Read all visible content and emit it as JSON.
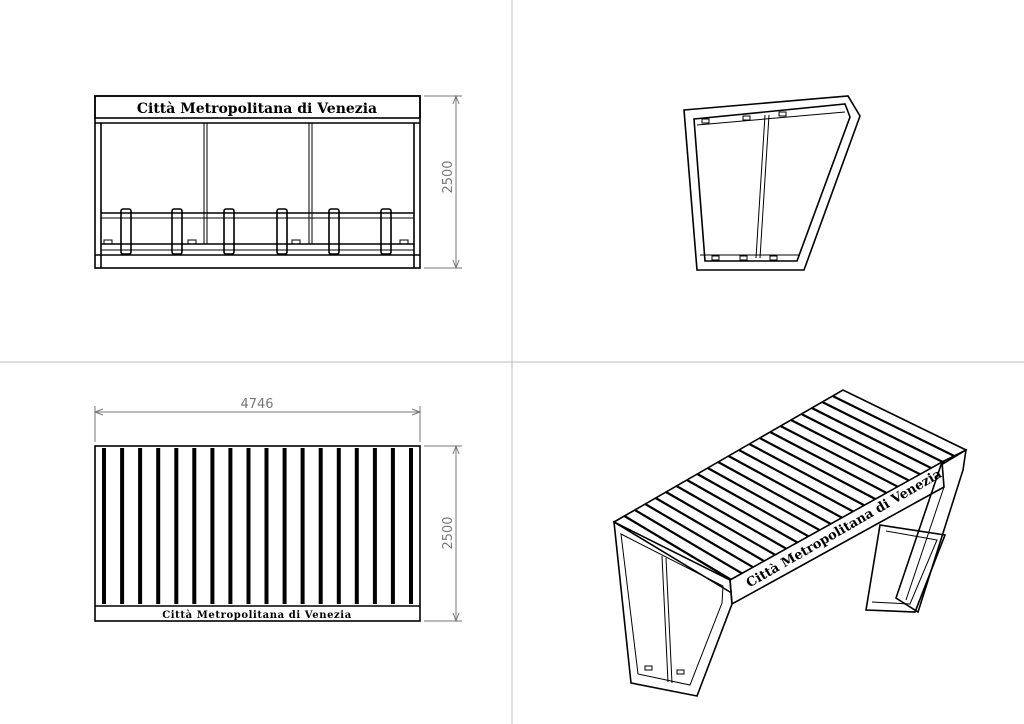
{
  "views": {
    "front": {
      "brand_text": "Città Metropolitana di Venezia",
      "height_dimension": "2500"
    },
    "side": {},
    "top": {
      "brand_text": "Città Metropolitana di Venezia",
      "width_dimension": "4746",
      "height_dimension": "2500"
    },
    "isometric": {
      "brand_text": "Città Metropolitana di Venezia"
    }
  }
}
